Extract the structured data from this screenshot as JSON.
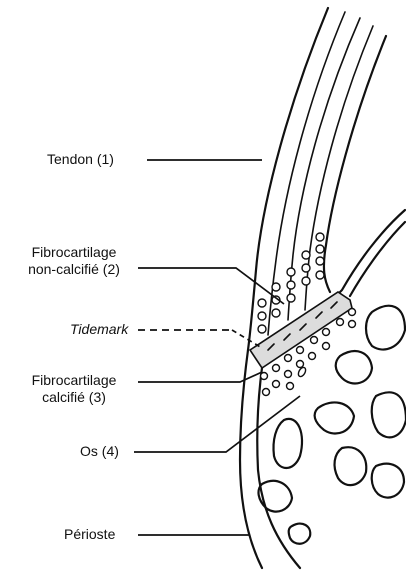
{
  "labels": {
    "tendon": "Tendon (1)",
    "fibro_uncalc_line1": "Fibrocartilage",
    "fibro_uncalc_line2": "non-calcifié (2)",
    "tidemark": "Tidemark",
    "fibro_calc_line1": "Fibrocartilage",
    "fibro_calc_line2": "calcifié (3)",
    "bone": "Os (4)",
    "periosteum": "Périoste"
  },
  "colors": {
    "line": "#111111",
    "tidemark_fill": "#dcdcdc",
    "background": "#ffffff"
  }
}
